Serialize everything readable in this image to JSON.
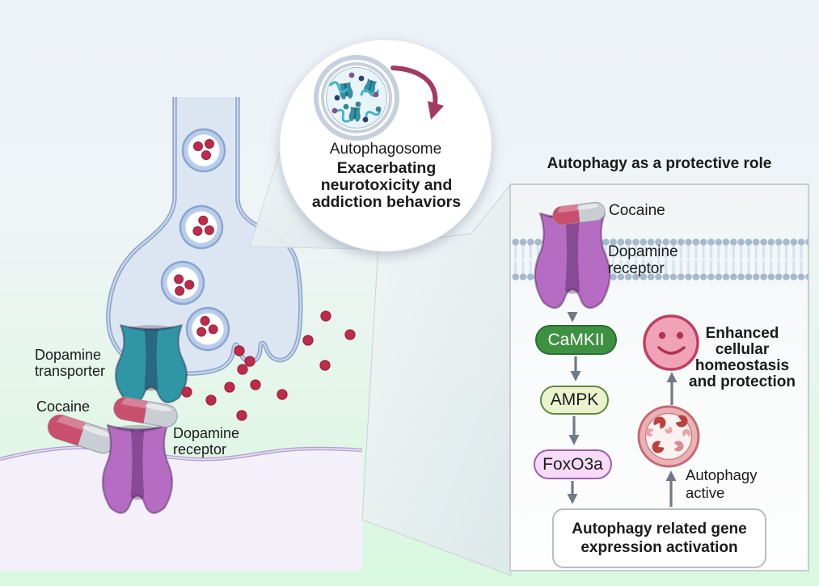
{
  "figure": {
    "inset": {
      "organelle_label": "Autophagosome",
      "caption": "Exacerbating neurotoxicity and addiction behaviors"
    },
    "synapse": {
      "transporter_label": "Dopamine transporter",
      "cocaine_label": "Cocaine",
      "receptor_label": "Dopamine receptor"
    },
    "protective_panel": {
      "title": "Autophagy as a protective role",
      "cocaine_label": "Cocaine",
      "receptor_label": "Dopamine receptor",
      "pathway_nodes": [
        {
          "label": "CaMKII",
          "fill": "#3f9142",
          "border": "#2c6e31",
          "text_color": "#ffffff"
        },
        {
          "label": "AMPK",
          "fill": "#eaf3cd",
          "border": "#5f8a3c",
          "text_color": "#1b1b1b"
        },
        {
          "label": "FoxO3a",
          "fill": "#f7daf7",
          "border": "#a05fae",
          "text_color": "#1b1b1b"
        }
      ],
      "gene_box_label": "Autophagy related gene expression activation",
      "outcome_caption": "Enhanced cellular homeostasis and protection",
      "autophagy_caption": "Autophagy active"
    },
    "colors": {
      "dopamine_dot": "#bf2b4b",
      "receptor_purple": "#b56cc2",
      "transporter_teal": "#2f96a5",
      "capsule_pink": "#c8506e",
      "capsule_grey": "#c9cdd4",
      "vesicle_ring_blue": "#b9cdea",
      "neuron_fill": "#dce6f3",
      "neuron_membrane": "#8fa9ce",
      "postsynaptic_fill": "#f4f0f9",
      "postsynaptic_membrane": "#b2a2ce",
      "arrow_grey": "#707a86",
      "inset_arrow_maroon": "#a23a62",
      "smiley_pink": "#f0a3b8",
      "smiley_border": "#bf3f63",
      "autophagosome_ring_pink": "#eab2b6"
    }
  }
}
